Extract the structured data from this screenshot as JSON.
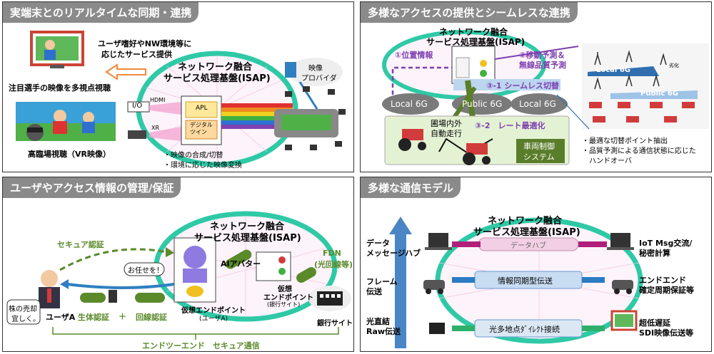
{
  "p1": {
    "title": "実端末とのリアルタイムな同期・連携",
    "isap_line1": "ネットワーク融合",
    "isap_line2": "サービス処理基盤(ISAP)",
    "user_pref": "ユーザ嗜好やNW環境等に",
    "user_pref2": "応じたサービス提供",
    "multi_view": "注目選手の映像を多視点視聴",
    "vr": "高臨場視聴（VR映像）",
    "io": "I/O",
    "hdmi": "HDMI",
    "xr": "XR",
    "apl": "APL",
    "digital_twin": "デジタル\nツイン",
    "provider1": "映像",
    "provider2": "プロバイダ",
    "bullet1": "・映像の合成/切替",
    "bullet2": "・環境に応じた映像変換"
  },
  "p2": {
    "title": "多様なアクセスの提供とシームレスな連携",
    "isap_line1": "ネットワーク融合",
    "isap_line2": "サービス処理基盤(ISAP)",
    "pos_info": "①位置情報",
    "move_pred": "②移動予測＆",
    "move_pred2": "無線品質予測",
    "seamless": "③-1 シームレス切替",
    "rate": "③-2　レート最適化",
    "local6g_a": "Local 6G",
    "public6g": "Public 6G",
    "local6g_b": "Local 6G",
    "field_auto": "圃場内外",
    "field_auto2": "自動走行",
    "vehicle_ctrl": "車両制御",
    "vehicle_ctrl2": "システム",
    "right_local": "Local 6G",
    "right_public": "Public 6G",
    "deg": "劣化",
    "bullet1": "・最適な切替ポイント抽出",
    "bullet2": "・品質予測による通信状態に応じた",
    "bullet3": "　ハンドオーバ"
  },
  "p3": {
    "title": "ユーザやアクセス情報の管理/保証",
    "isap_line1": "ネットワーク融合",
    "isap_line2": "サービス処理基盤(ISAP)",
    "secure_auth": "セキュア認証",
    "leave_it": "お任せを！",
    "ai_avatar": "AIアバター",
    "fdn": "FDN",
    "fdn2": "(光回線等)",
    "stock": "株の売却",
    "stock2": "宜しく。",
    "user_a": "ユーザA",
    "bio_auth": "生体認証",
    "plus": "＋",
    "line_auth": "回線認証",
    "vep_user": "仮想エンドポイント",
    "vep_user2": "(ユーザA)",
    "vep_bank": "仮想",
    "vep_bank2": "エンドポイント",
    "vep_bank3": "(銀行サイト)",
    "bank_site": "銀行サイト",
    "e2e": "エンドツーエンド　セキュア通信"
  },
  "p4": {
    "title": "多様な通信モデル",
    "isap_line1": "ネットワーク融合",
    "isap_line2": "サービス処理基盤(ISAP)",
    "data_hub": "データ",
    "data_hub2": "メッセージハブ",
    "frame": "フレーム",
    "frame2": "伝送",
    "raw": "光直結",
    "raw2": "Raw伝送",
    "layer_hub": "データハブ",
    "layer_sync": "情報同期型伝送",
    "layer_direct": "光多地点ﾀﾞｲﾚｸﾄ接続",
    "iot": "IoT Msg交流/",
    "iot2": "秘密計算",
    "e2e": "エンドエンド",
    "e2e2": "確定周期保証等",
    "sdi": "超低遅延",
    "sdi2": "SDI映像伝送等"
  },
  "colors": {
    "ellipse": "#2fc9a6",
    "title_bg": "#8a8a8a",
    "purple": "#7d3fb0",
    "green": "#5a7d2a",
    "blue": "#2f7fc1",
    "red": "#d23b3b"
  }
}
